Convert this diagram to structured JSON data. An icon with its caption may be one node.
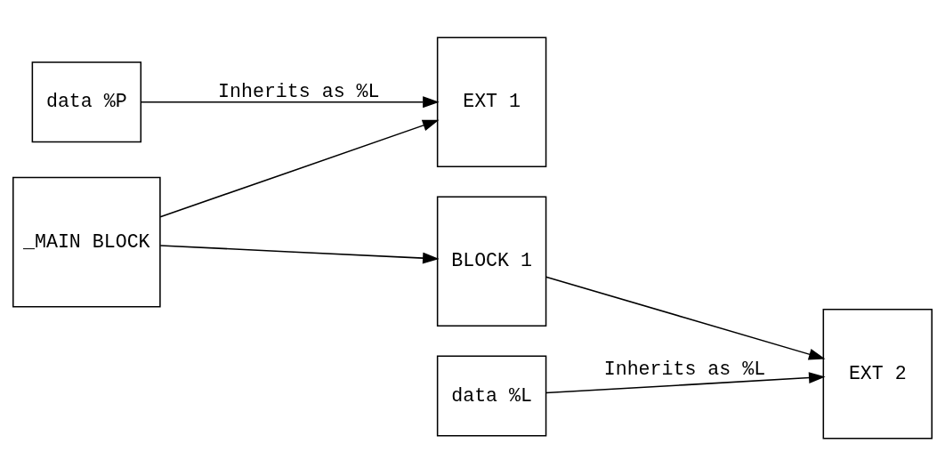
{
  "diagram": {
    "nodes": [
      {
        "text": [
          "data %P"
        ]
      },
      {
        "text": [
          "_MAIN BLOCK"
        ]
      },
      {
        "text": [
          "EXT 1"
        ]
      },
      {
        "text": [
          "data %L"
        ]
      },
      {
        "text": [
          "BLOCK 1"
        ]
      },
      {
        "text": [
          "EXT 2"
        ]
      }
    ],
    "edges": [
      {
        "from": 0,
        "to": 2,
        "arrow": "to",
        "label": "Inherits as %L"
      },
      {
        "from": 1,
        "to": 2,
        "arrow": "to"
      },
      {
        "from": 1,
        "to": 4,
        "arrow": "to"
      },
      {
        "from": 3,
        "to": 5,
        "arrow": "to",
        "label": "Inherits as %L"
      },
      {
        "from": 4,
        "to": 5,
        "arrow": "to"
      }
    ]
  }
}
